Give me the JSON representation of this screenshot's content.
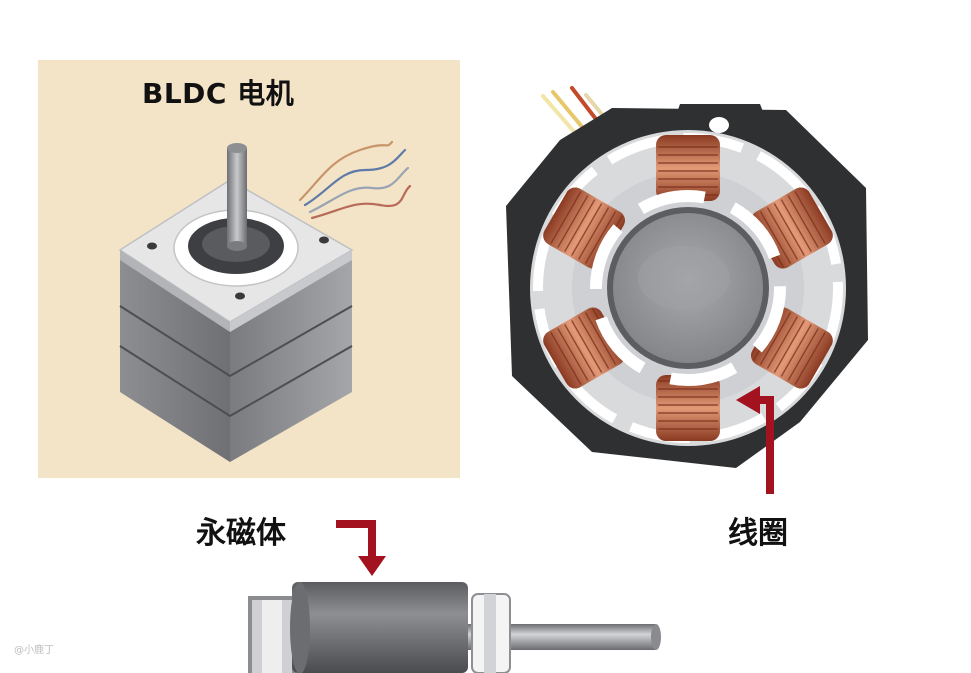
{
  "labels": {
    "bldc_title": "BLDC 电机",
    "magnet": "永磁体",
    "coil": "线圈"
  },
  "watermark": "@小鹿丁",
  "colors": {
    "panel_bg": "#f3e4c8",
    "arrow_red": "#a3121f",
    "copper": "#c8684a",
    "stator_dark": "#3a3a3c",
    "metal_light": "#d7d8da",
    "metal_mid": "#9a9b9f"
  }
}
